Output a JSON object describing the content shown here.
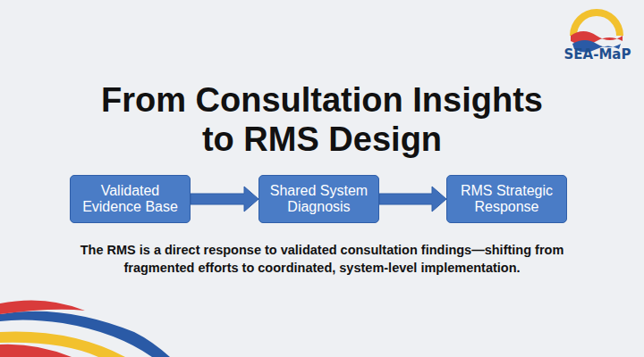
{
  "diagram": {
    "title": "From Consultation Insights to RMS Design",
    "caption": "The RMS is a direct response to validated consultation findings—shifting from fragmented efforts to coordinated, system-level implementation.",
    "nodes": [
      {
        "text": [
          "Validated Evidence Base"
        ]
      },
      {
        "text": [
          "Shared System Diagnosis"
        ]
      },
      {
        "text": [
          "RMS Strategic Response"
        ]
      }
    ],
    "edges": [
      {
        "from": 0,
        "to": 1,
        "arrow": "to"
      },
      {
        "from": 1,
        "to": 2,
        "arrow": "to"
      }
    ],
    "labels": [
      "SEA-MaP"
    ]
  }
}
